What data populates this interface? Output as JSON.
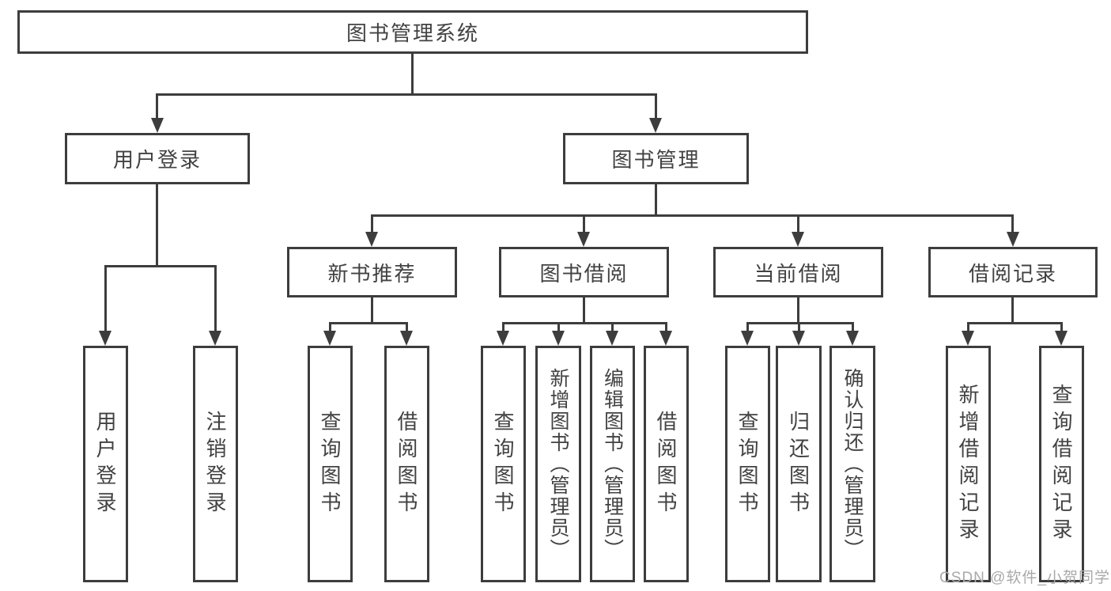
{
  "root": {
    "label": "图书管理系统"
  },
  "branches": [
    {
      "label": "用户登录",
      "leaves": [
        {
          "label": "用户登录"
        },
        {
          "label": "注销登录"
        }
      ]
    },
    {
      "label": "图书管理",
      "sections": [
        {
          "label": "新书推荐",
          "leaves": [
            {
              "label": "查询图书"
            },
            {
              "label": "借阅图书"
            }
          ]
        },
        {
          "label": "图书借阅",
          "leaves": [
            {
              "label": "查询图书"
            },
            {
              "label": "新增图书（管理员）"
            },
            {
              "label": "编辑图书（管理员）"
            },
            {
              "label": "借阅图书"
            }
          ]
        },
        {
          "label": "当前借阅",
          "leaves": [
            {
              "label": "查询图书"
            },
            {
              "label": "归还图书"
            },
            {
              "label": "确认归还（管理员）"
            }
          ]
        },
        {
          "label": "借阅记录",
          "leaves": [
            {
              "label": "新增借阅记录"
            },
            {
              "label": "查询借阅记录"
            }
          ]
        }
      ]
    }
  ],
  "watermark": {
    "text": "CSDN @软件_小贺同学"
  },
  "colors": {
    "line": "#3d3d3d",
    "text": "#424242",
    "watermark": "#a9a9a9",
    "background": "#ffffff"
  }
}
